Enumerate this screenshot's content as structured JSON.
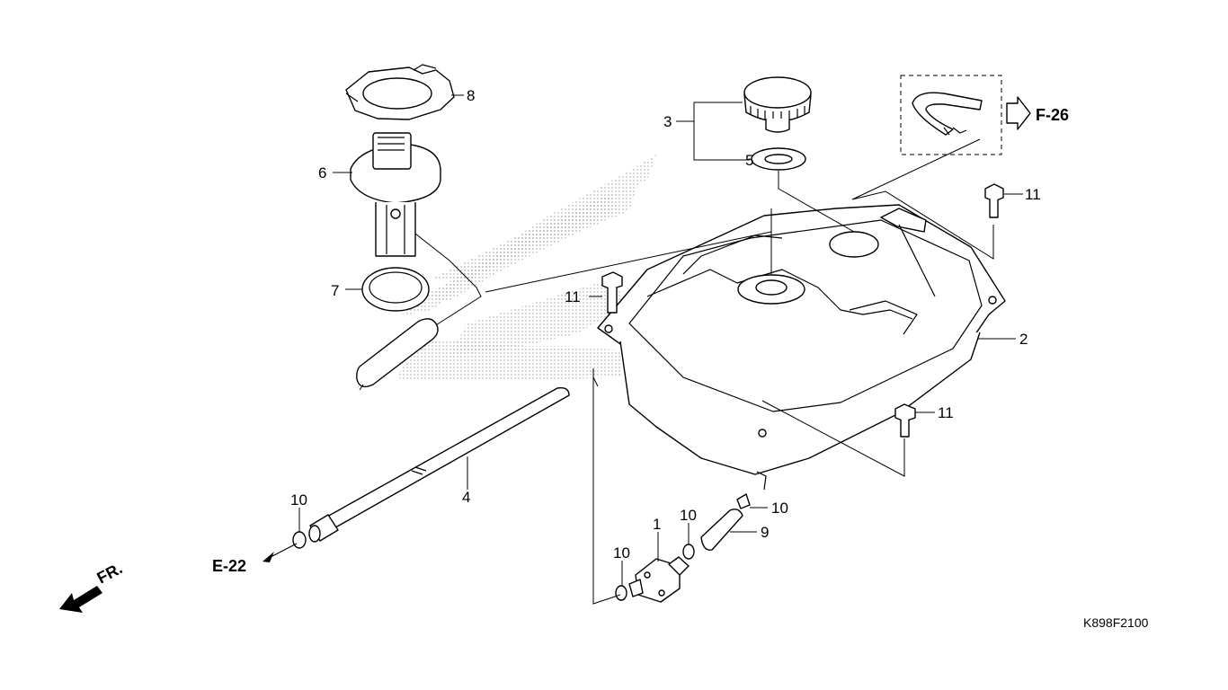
{
  "diagram": {
    "callouts": {
      "c1": "1",
      "c2": "2",
      "c3": "3",
      "c4": "4",
      "c5": "5",
      "c6": "6",
      "c7": "7",
      "c8": "8",
      "c9": "9",
      "c10a": "10",
      "c10b": "10",
      "c10c": "10",
      "c10d": "10",
      "c11a": "11",
      "c11b": "11",
      "c11c": "11"
    },
    "refs": {
      "f26": "F-26",
      "e22": "E-22",
      "fr": "FR."
    },
    "diagram_code": "K898F2100",
    "watermark_colors": {
      "dots": "#9a9a9a"
    }
  }
}
